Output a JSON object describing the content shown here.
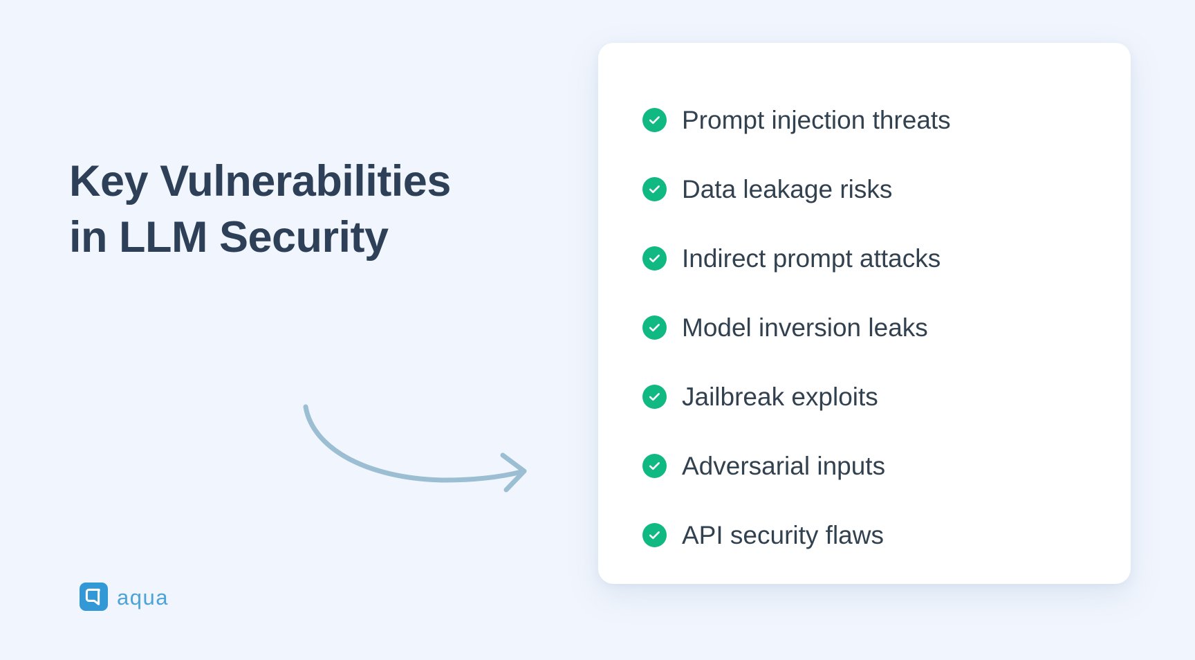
{
  "background_color": "#f1f5fd",
  "headline": {
    "line1": "Key Vulnerabilities",
    "line2": "in LLM Security",
    "color": "#2e4057"
  },
  "arrow": {
    "icon": "curved-arrow-right-icon",
    "color": "#9bbed2"
  },
  "logo": {
    "mark_icon": "aqua-logo-mark-icon",
    "wordmark": "aqua",
    "mark_background_color": "#3398d6",
    "wordmark_color": "#4ba3d8"
  },
  "card": {
    "background_color": "#ffffff",
    "check_color": "#10b981",
    "label_color": "#32414f",
    "items": [
      {
        "icon": "check-circle-icon",
        "label": "Prompt injection threats"
      },
      {
        "icon": "check-circle-icon",
        "label": "Data leakage risks"
      },
      {
        "icon": "check-circle-icon",
        "label": "Indirect prompt attacks"
      },
      {
        "icon": "check-circle-icon",
        "label": "Model inversion leaks"
      },
      {
        "icon": "check-circle-icon",
        "label": "Jailbreak exploits"
      },
      {
        "icon": "check-circle-icon",
        "label": "Adversarial inputs"
      },
      {
        "icon": "check-circle-icon",
        "label": "API security flaws"
      }
    ]
  }
}
